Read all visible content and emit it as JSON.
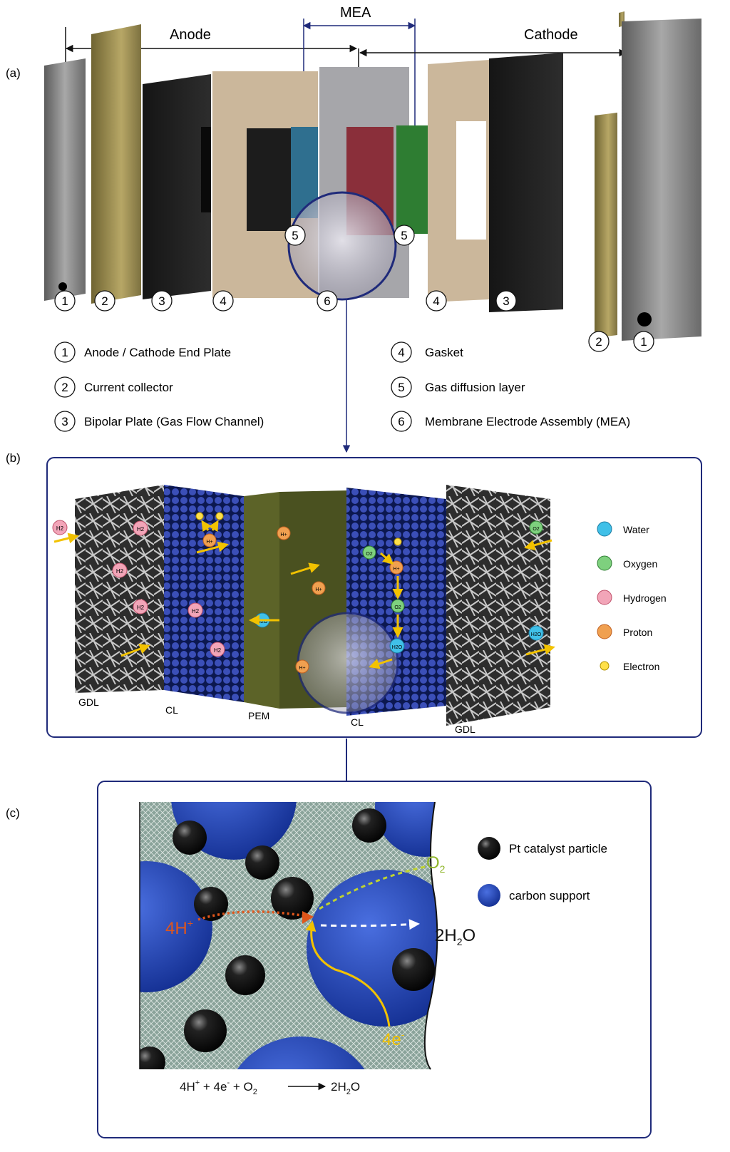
{
  "panel_a": {
    "label": "(a)",
    "anode": "Anode",
    "mea": "MEA",
    "cathode": "Cathode",
    "legend": [
      {
        "num": "1",
        "text": "Anode / Cathode End Plate"
      },
      {
        "num": "2",
        "text": "Current collector"
      },
      {
        "num": "3",
        "text": "Bipolar Plate (Gas Flow Channel)"
      },
      {
        "num": "4",
        "text": "Gasket"
      },
      {
        "num": "5",
        "text": "Gas diffusion layer"
      },
      {
        "num": "6",
        "text": "Membrane Electrode Assembly (MEA)"
      }
    ],
    "markers": [
      "1",
      "2",
      "3",
      "4",
      "5",
      "6"
    ]
  },
  "panel_b": {
    "label": "(b)",
    "layers": [
      "GDL",
      "CL",
      "PEM",
      "CL",
      "GDL"
    ],
    "legend": [
      "Water",
      "Oxygen",
      "Hydrogen",
      "Proton",
      "Electron"
    ],
    "species": {
      "h2": "H2",
      "o2": "O2",
      "h2o": "H2O",
      "hplus": "H+"
    }
  },
  "panel_c": {
    "label": "(c)",
    "legend": [
      "Pt catalyst particle",
      "carbon support"
    ],
    "protons": "4H",
    "protons_sup": "+",
    "electrons": "4e",
    "electrons_sup": "-",
    "oxygen": "O",
    "oxygen_sub": "2",
    "water_pre": "2H",
    "water_sub": "2",
    "water_post": "O",
    "equation": {
      "p1": "4H",
      "s1": "+",
      "p2": " + 4e",
      "s2": "-",
      "p3": " + O",
      "b3": "2",
      "p4": "2H",
      "b4": "2",
      "p5": "O"
    }
  },
  "colors": {
    "frame": "#1f2a7a",
    "gdl_blue": "#2f6f8f",
    "cl_red": "#8a2f3a",
    "gdl_green": "#2e7d32",
    "carbon": "#1f44b8",
    "proton_arrow": "#e0561b",
    "electron_arrow": "#f2c200",
    "oxygen_arrow": "#bfd330"
  }
}
